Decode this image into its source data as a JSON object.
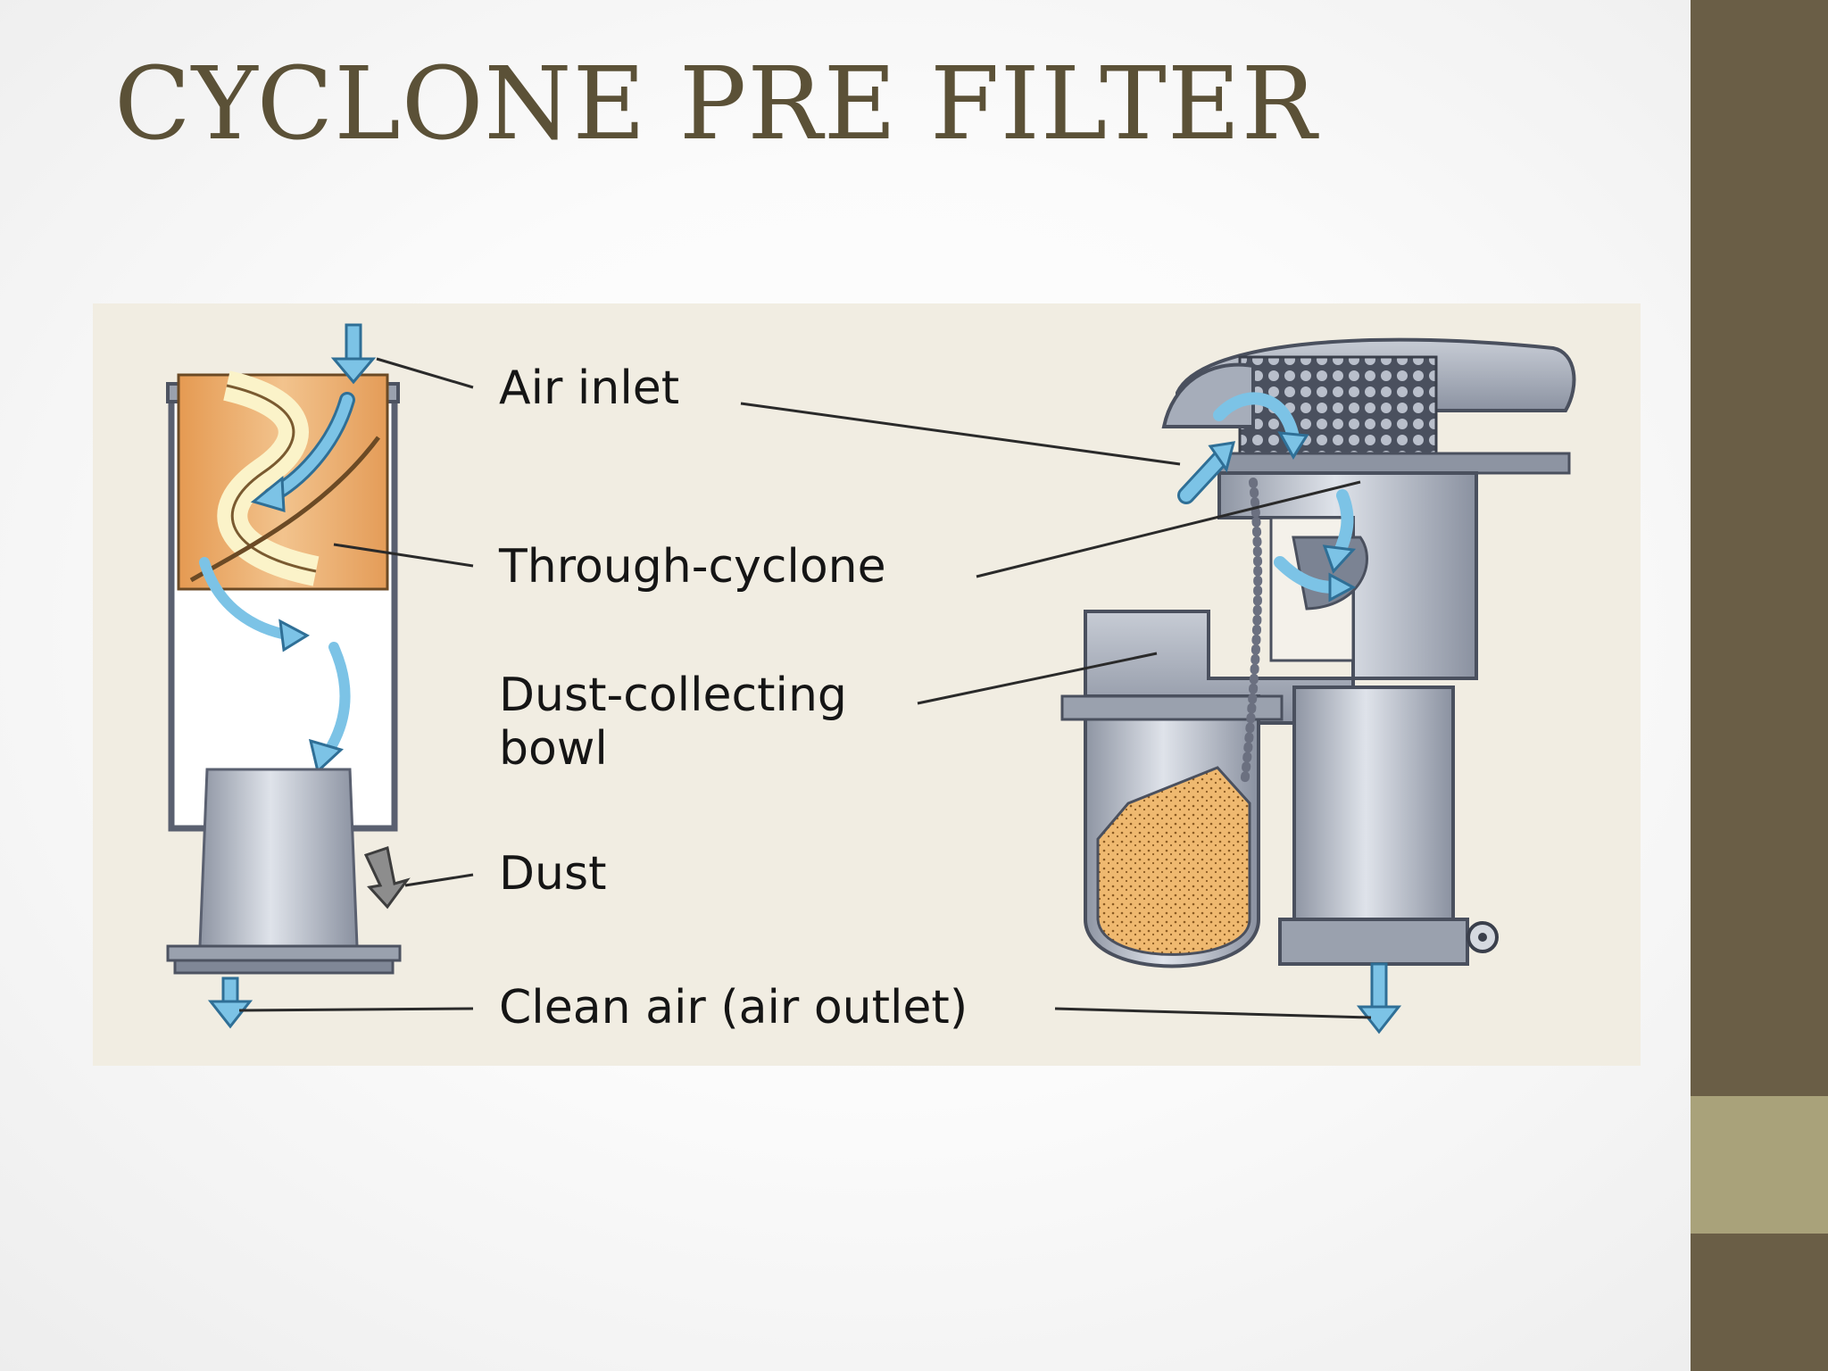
{
  "slide": {
    "title": "CYCLONE PRE FILTER"
  },
  "figure": {
    "labels": {
      "air_inlet": "Air inlet",
      "through_cyclone": "Through-cyclone",
      "dust_bowl_line1": "Dust-collecting",
      "dust_bowl_line2": "bowl",
      "dust": "Dust",
      "clean_air": "Clean air (air outlet)"
    }
  },
  "colors": {
    "title": "#5b5137",
    "sidebar_dark": "#6a5e46",
    "sidebar_light": "#a9a27a",
    "airflow_arrow": "#7cc3e6",
    "cyclone_orange": "#eab071",
    "housing_grey": "#aab1be"
  }
}
